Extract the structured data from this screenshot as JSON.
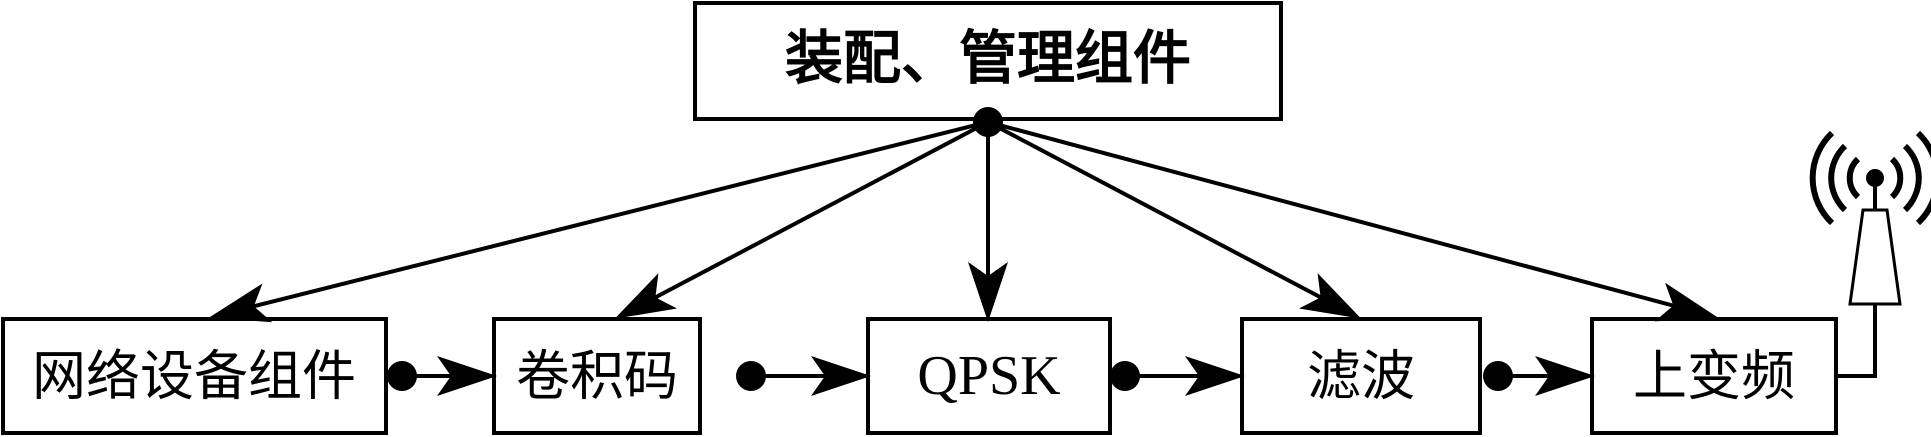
{
  "diagram": {
    "top_block": {
      "label": "装配、管理组件"
    },
    "blocks": [
      {
        "id": "network",
        "label": "网络设备组件"
      },
      {
        "id": "conv",
        "label": "卷积码"
      },
      {
        "id": "qpsk",
        "label": "QPSK"
      },
      {
        "id": "filter",
        "label": "滤波"
      },
      {
        "id": "upconv",
        "label": "上变频"
      }
    ],
    "antenna": {
      "icon": "antenna-icon"
    },
    "colors": {
      "stroke": "#000000",
      "background": "#ffffff"
    }
  }
}
